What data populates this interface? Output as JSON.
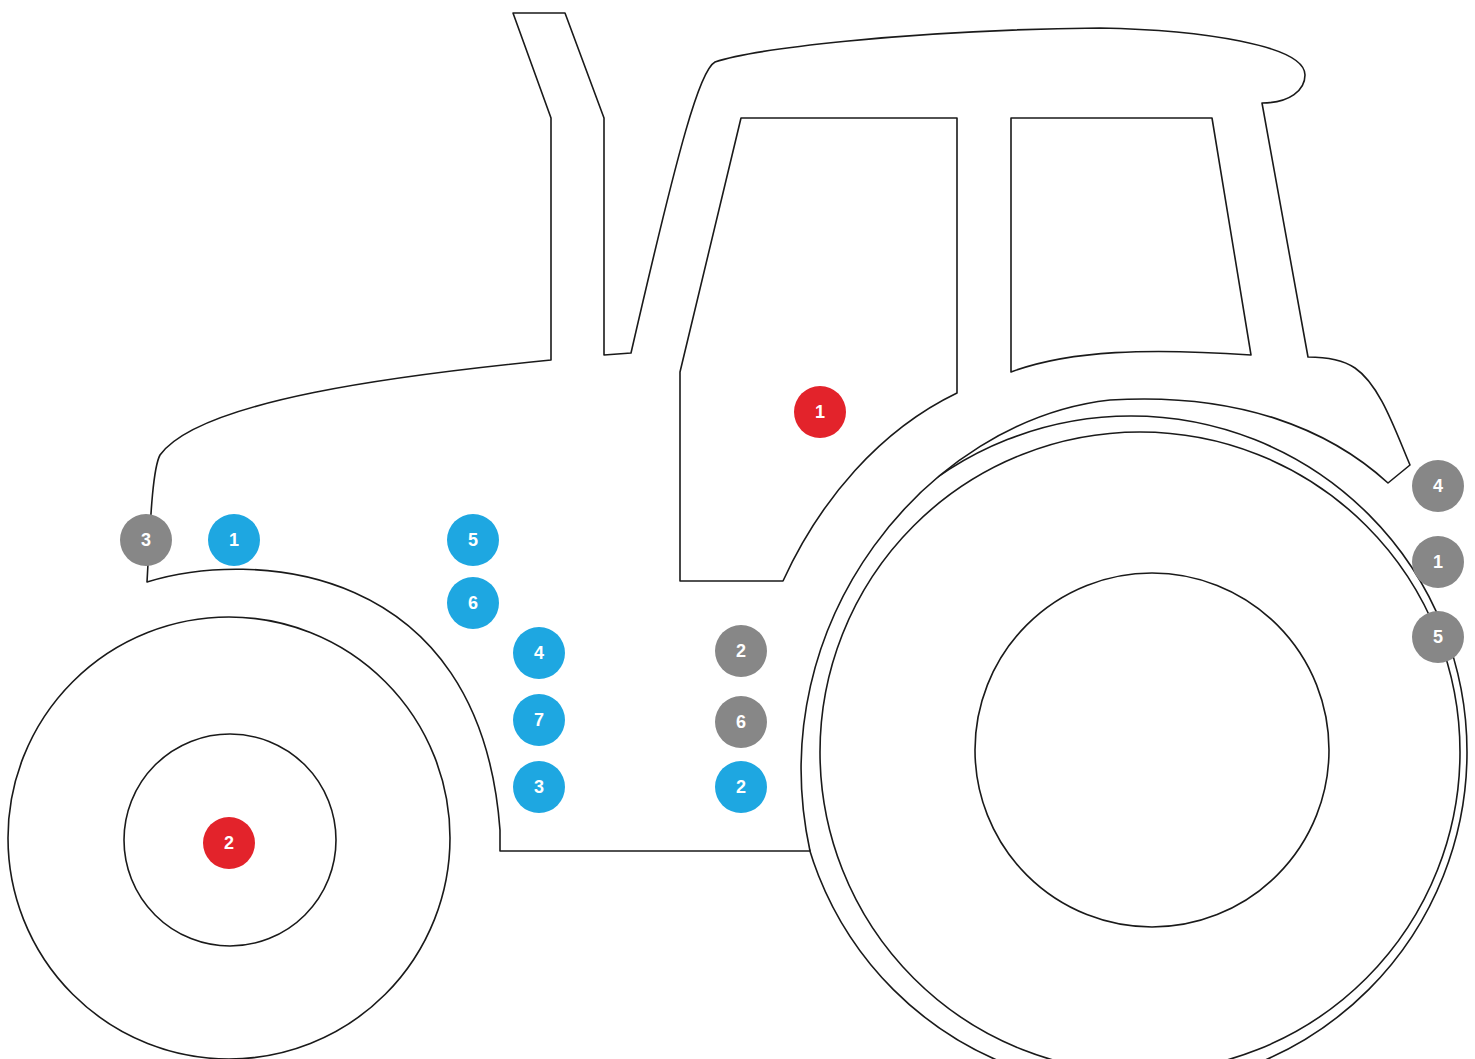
{
  "diagram": {
    "nodes": [
      {
        "text": [
          "1"
        ]
      },
      {
        "text": [
          "4"
        ]
      },
      {
        "text": [
          "3"
        ]
      },
      {
        "text": [
          "1"
        ]
      },
      {
        "text": [
          "5"
        ]
      },
      {
        "text": [
          "1"
        ]
      },
      {
        "text": [
          "6"
        ]
      },
      {
        "text": [
          "5"
        ]
      },
      {
        "text": [
          "4"
        ]
      },
      {
        "text": [
          "2"
        ]
      },
      {
        "text": [
          "7"
        ]
      },
      {
        "text": [
          "6"
        ]
      },
      {
        "text": [
          "3"
        ]
      },
      {
        "text": [
          "2"
        ]
      },
      {
        "text": [
          "2"
        ]
      }
    ]
  }
}
